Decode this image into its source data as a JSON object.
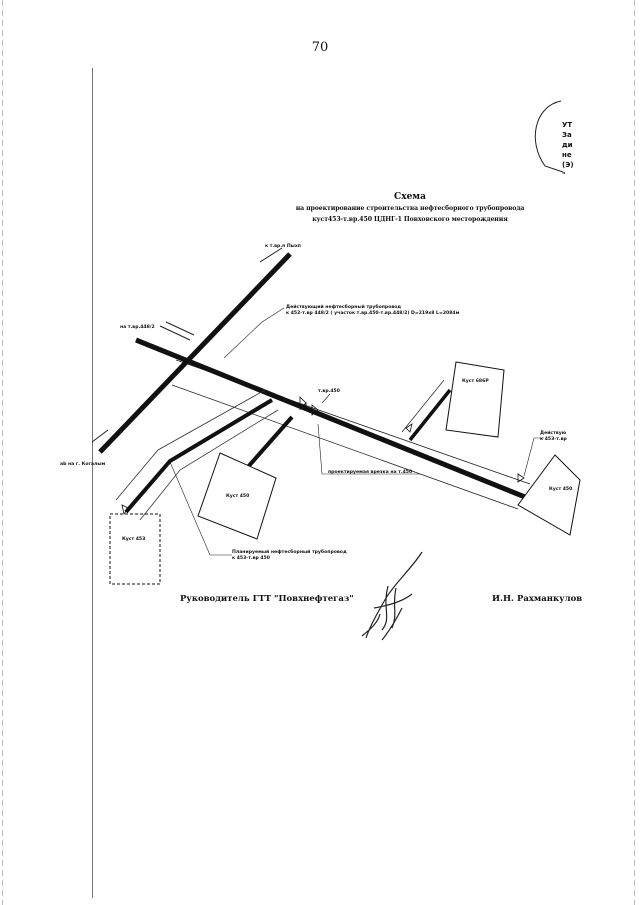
{
  "page_number": "70",
  "stamp_letters": [
    "УТ",
    "За",
    "ди",
    "не",
    "(Э)",
    "\""
  ],
  "title": {
    "main": "Схема",
    "line1": "на проектирование строительства нефтесборного трубопровода",
    "line2": "куст453-т.вр.450 ЦДНГ-1 Повховского месторождения"
  },
  "labels": {
    "to_pikh": "к т.вр.п Пыхп",
    "to_node_448": "на т.вр.448/2",
    "to_kogal": "ab на г. Когалым",
    "existing_pipeline_line1": "Действующий нефтесборный трубопровод",
    "existing_pipeline_line2": "к 452-т.вр 448/2 ( участок т.вр.450-т.вр.448/2) D=219x8 L=2084м",
    "node_450": "т.вр.450",
    "designed_tie_in": "проектируемая врезка на т.450",
    "planned_pipeline_line1": "Планируемый нефтесборный трубопровод",
    "planned_pipeline_line2": "к 453-т.вр 450",
    "existing_right_line1": "Действую",
    "existing_right_line2": "к 453-т.вр",
    "pad_453": "Куст 453",
    "pad_450": "Куст 450",
    "pad_right_top": "Куст 686Р",
    "pad_right_bottom": "Куст 450"
  },
  "footer": {
    "position": "Руководитель ГТТ \"Повхнефтегаз\"",
    "name": "И.Н. Рахманкулов"
  }
}
